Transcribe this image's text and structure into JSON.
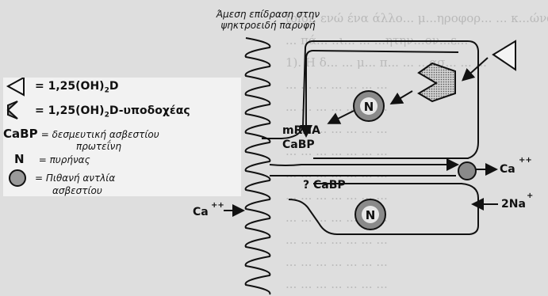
{
  "diagram": {
    "header": "Άμεση επίδραση στην ψηκτροειδή παρυφή",
    "header_line1": "Άμεση επίδραση στην",
    "header_line2": "ψηκτροειδή παρυφή",
    "label_mrna": "mRNA",
    "label_cabp_top": "CaBP",
    "label_cabp_mid": "? CaBP",
    "label_ca_right": "Ca",
    "label_ca_right_charge": "++",
    "label_na": "2Na",
    "label_na_charge": "+",
    "label_ca_left": "Ca",
    "label_ca_left_charge": "++",
    "nucleus_letter": "N"
  },
  "legend": {
    "items": [
      {
        "symbol": "triangle-icon",
        "text_main": "= 1,25(OH)",
        "sub": "2",
        "text_end": "D"
      },
      {
        "symbol": "receptor-icon",
        "text_main": "= 1,25(OH)",
        "sub": "2",
        "text_end": "D-υποδοχέας"
      },
      {
        "symbol": "CaBP",
        "text_main": "= δεσμευτική ασβεστίου",
        "text_line2": "πρωτεΐνη"
      },
      {
        "symbol": "N",
        "text_main": "= πυρήνας"
      },
      {
        "symbol": "pump-icon",
        "text_main": "= Πιθανή αντλία",
        "text_line2": "ασβεστίου"
      }
    ]
  },
  "background_text": [
    "tolor, ενώ ένα άλλο... μ...ηροφορ... ... κ...ώνω",
    "... πά... ..ι... ... ...ητην...ον...ε...",
    "1). Η δ... ... μ... π... ... ...ασ... ... ...",
    "... ... ... ... ... ... ...",
    "... ... ... ... ... ... ...",
    "... ... ... ... ... ... ...",
    "... ... ... ... ... ... ...",
    "... ... ... ... ... ... ...",
    "... ... ... ... ... ... ...",
    "... ... ... ... ... ... ...",
    "... ... ... ... ... ... ...",
    "... ... ... ... ... ... ...",
    "... ... ... ... ... ... ..."
  ]
}
